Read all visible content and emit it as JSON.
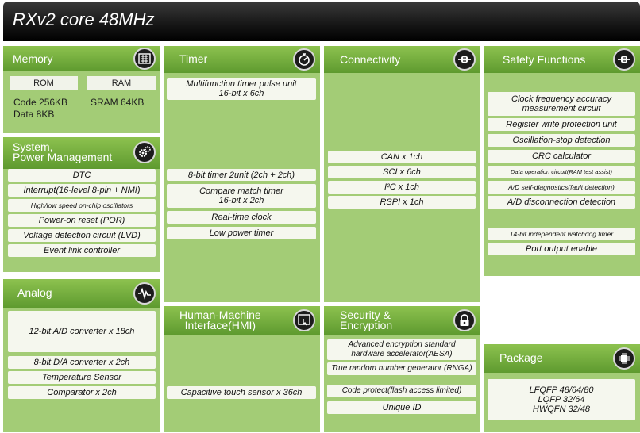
{
  "title": "RXv2 core 48MHz",
  "memory": {
    "title": "Memory",
    "icon": "memory-chip-icon",
    "rom_label": "ROM",
    "ram_label": "RAM",
    "rom_code": "Code 256KB",
    "rom_data": "Data 8KB",
    "ram_sram": "SRAM 64KB"
  },
  "system": {
    "title_line1": "System,",
    "title_line2": "Power Management",
    "icon": "gears-icon",
    "items": [
      "DTC",
      "Interrupt(16-level 8-pin + NMI)",
      "High/low speed on-chip oscillators",
      "Power-on reset (POR)",
      "Voltage detection circuit (LVD)",
      "Event link controller"
    ]
  },
  "analog": {
    "title": "Analog",
    "icon": "waveform-icon",
    "items": [
      "12-bit A/D converter x 18ch",
      "8-bit D/A converter x 2ch",
      "Temperature Sensor",
      "Comparator x 2ch"
    ]
  },
  "timer": {
    "title": "Timer",
    "icon": "stopwatch-icon",
    "mtu_line1": "Multifunction timer pulse unit",
    "mtu_line2": "16-bit x 6ch",
    "items": [
      "8-bit timer 2unit (2ch + 2ch)",
      "Compare match timer",
      "16-bit x 2ch",
      "Real-time clock",
      "Low power timer"
    ]
  },
  "hmi": {
    "title_line1": "Human-Machine",
    "title_line2": "Interface(HMI)",
    "icon": "touch-screen-icon",
    "items": [
      "Capacitive touch sensor x 36ch"
    ]
  },
  "connectivity": {
    "title": "Connectivity",
    "icon": "plug-icon",
    "items": [
      "CAN x 1ch",
      "SCI x 6ch",
      "I²C x 1ch",
      "RSPI x 1ch"
    ]
  },
  "security": {
    "title_line1": "Security &",
    "title_line2": "Encryption",
    "icon": "lock-icon",
    "aes_line1": "Advanced encryption standard",
    "aes_line2": "hardware accelerator(AESA)",
    "items": [
      "True random number generator (RNGA)",
      "Code protect(flash access limited)",
      "Unique ID"
    ]
  },
  "safety": {
    "title": "Safety Functions",
    "icon": "plug-icon",
    "clock_line1": "Clock frequency accuracy",
    "clock_line2": "measurement circuit",
    "items": [
      "Register write protection unit",
      "Oscillation-stop detection",
      "CRC calculator",
      "Data operation circuit(RAM test assist)",
      "A/D self-diagnostics(fault detection)",
      "A/D disconnection detection",
      "14-bit independent watchdog timer",
      "Port output enable"
    ]
  },
  "package": {
    "title": "Package",
    "icon": "ic-package-icon",
    "items": [
      "LFQFP 48/64/80",
      "LQFP 32/64",
      "HWQFN 32/48"
    ]
  }
}
